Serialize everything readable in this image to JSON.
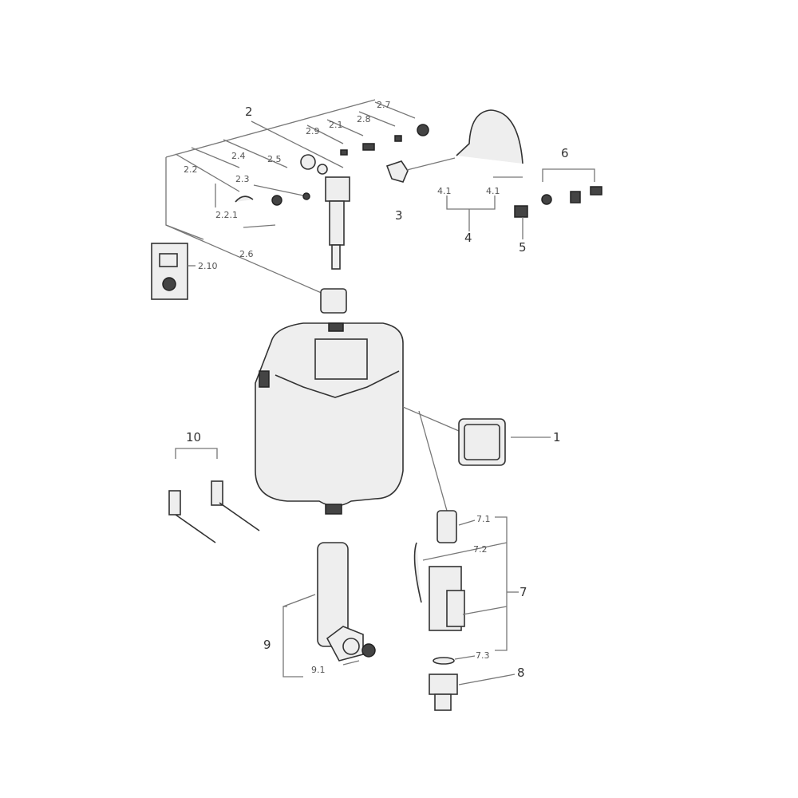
{
  "diagram": {
    "type": "exploded parts diagram",
    "labels": {
      "l2": "2",
      "l2_7": "2.7",
      "l2_8": "2.8",
      "l2_1": "2.1",
      "l2_9": "2.9",
      "l2_5": "2.5",
      "l2_4": "2.4",
      "l2_2": "2.2",
      "l2_3": "2.3",
      "l2_2_1": "2.2.1",
      "l3": "3",
      "l4_1a": "4.1",
      "l4_1b": "4.1",
      "l4": "4",
      "l5": "5",
      "l6": "6",
      "l2_6": "2.6",
      "l2_10": "2.10",
      "l1": "1",
      "l10": "10",
      "l9": "9",
      "l9_1": "9.1",
      "l7": "7",
      "l7_1": "7.1",
      "l7_2": "7.2",
      "l7_3": "7.3",
      "l8": "8"
    },
    "colors": {
      "line": "#777777",
      "part_outline": "#333333",
      "background": "#ffffff"
    }
  }
}
